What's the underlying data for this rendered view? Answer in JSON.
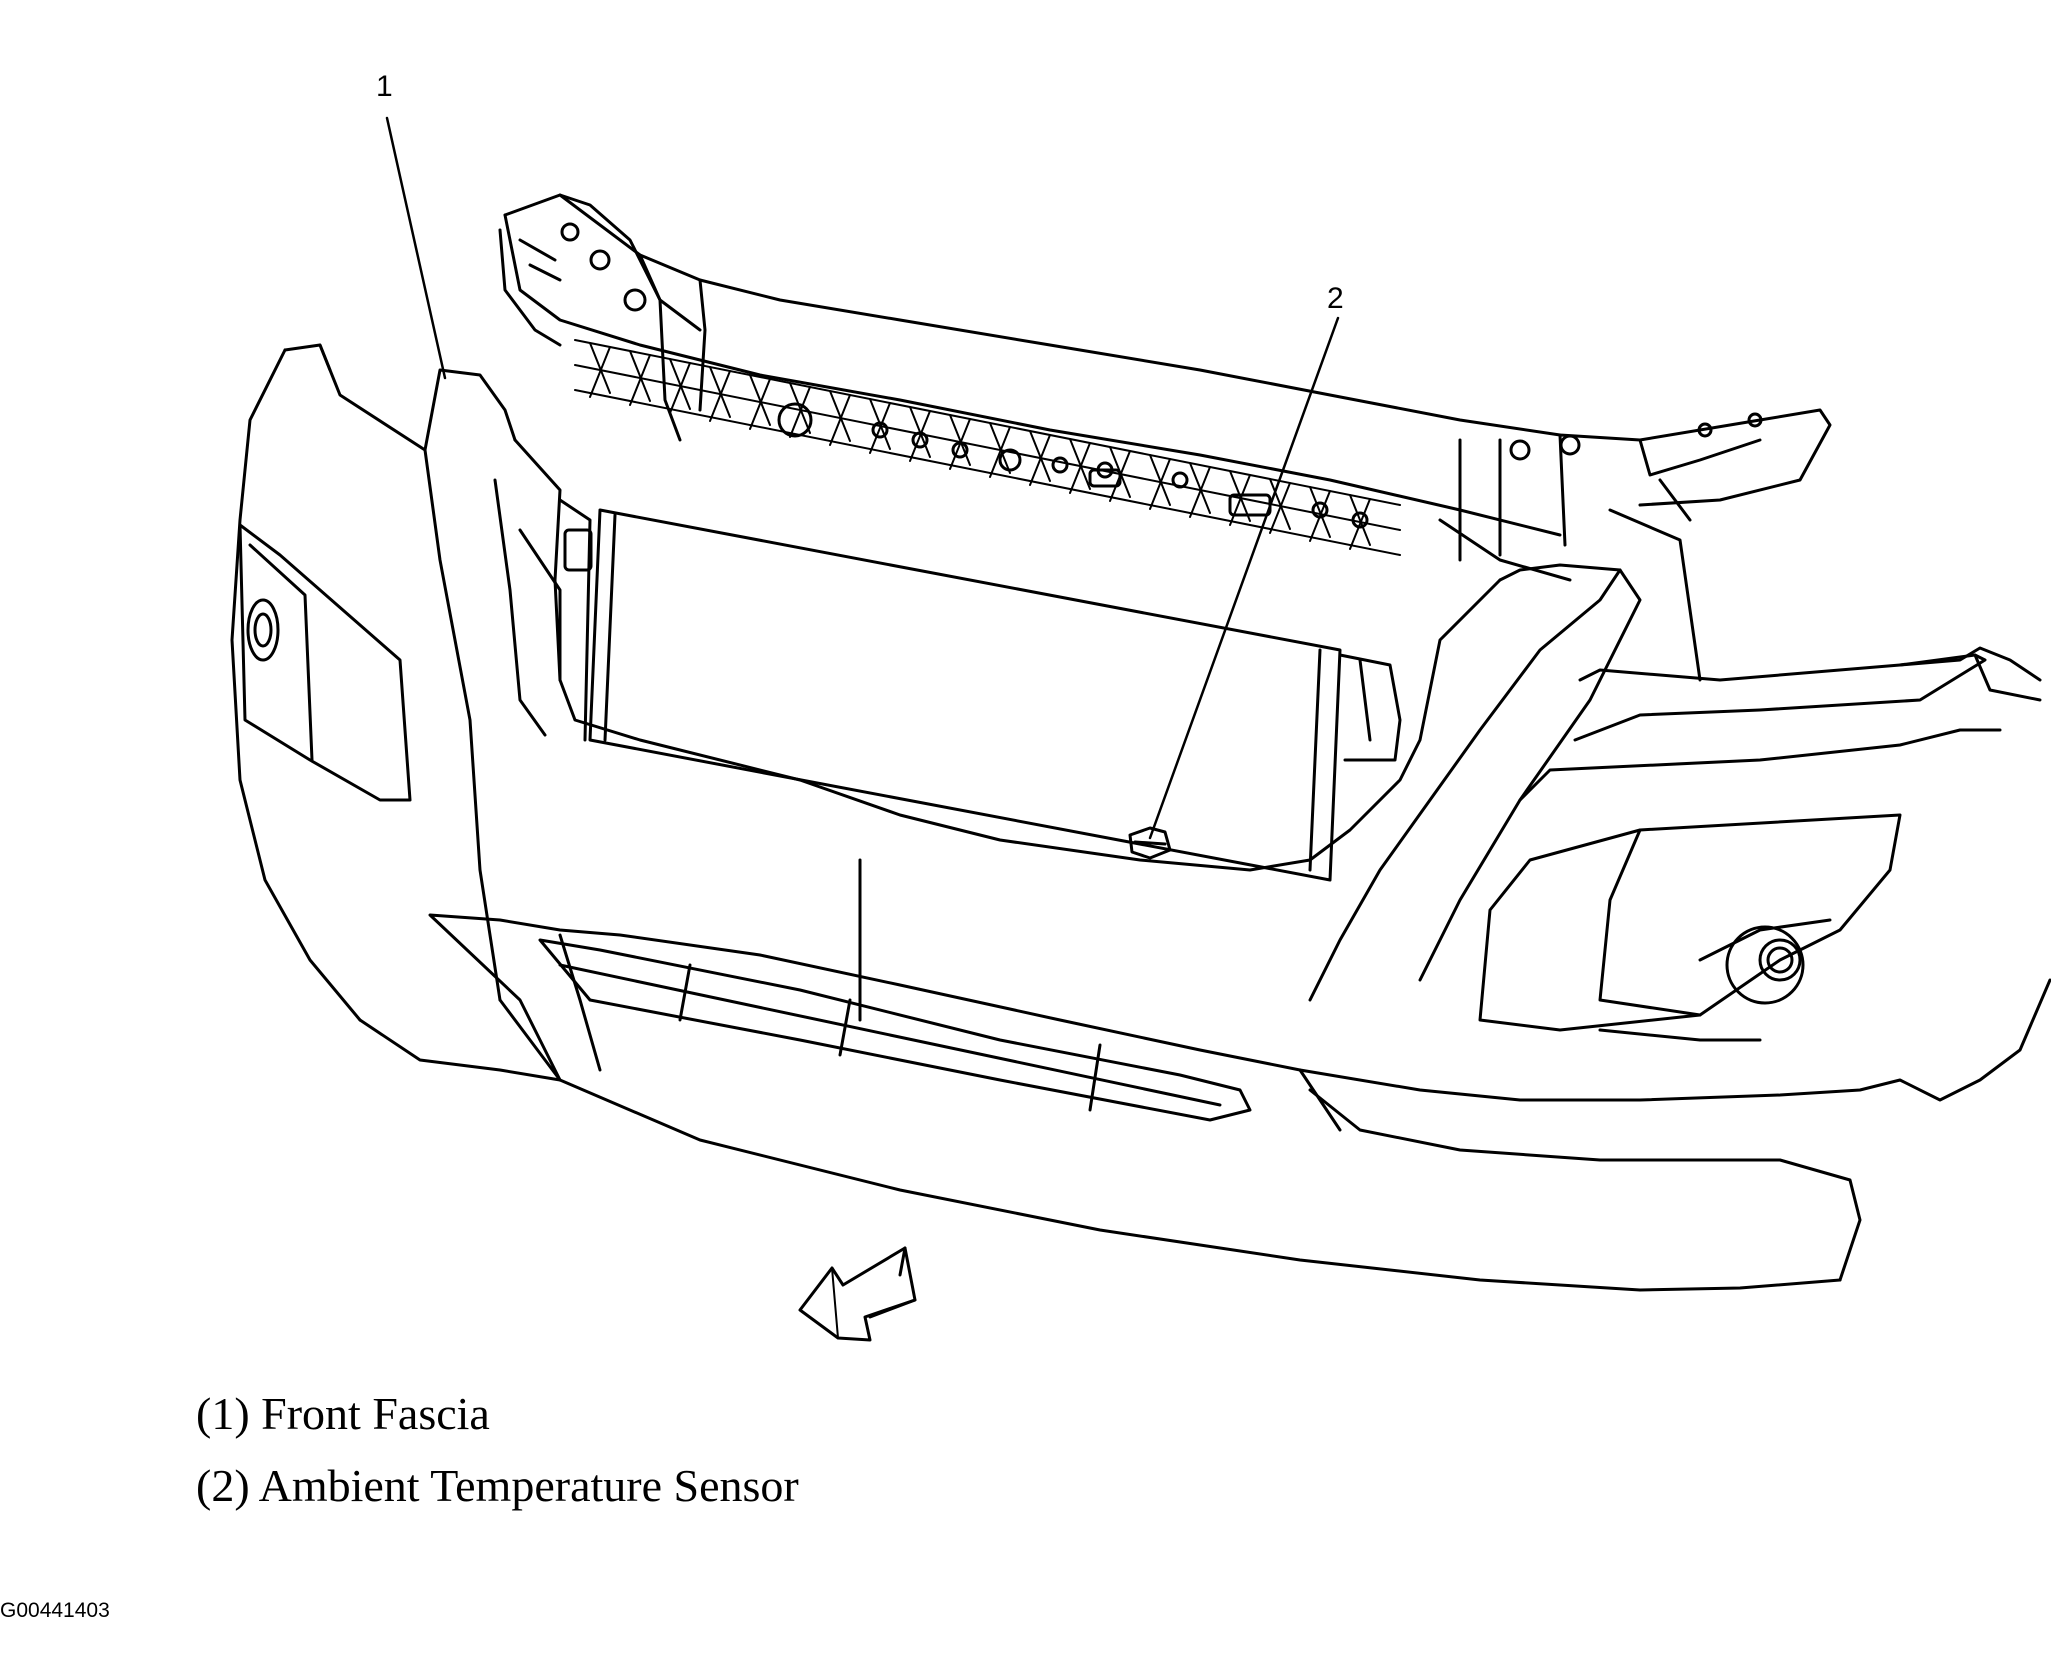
{
  "diagram": {
    "callouts": [
      {
        "id": "1",
        "label": "1"
      },
      {
        "id": "2",
        "label": "2"
      }
    ],
    "legend": [
      {
        "text": "(1) Front Fascia"
      },
      {
        "text": "(2) Ambient Temperature Sensor"
      }
    ],
    "figure_id": "G00441403",
    "colors": {
      "line": "#000000",
      "background": "#ffffff"
    },
    "icons": {
      "direction": "front-direction-arrow-icon"
    }
  }
}
